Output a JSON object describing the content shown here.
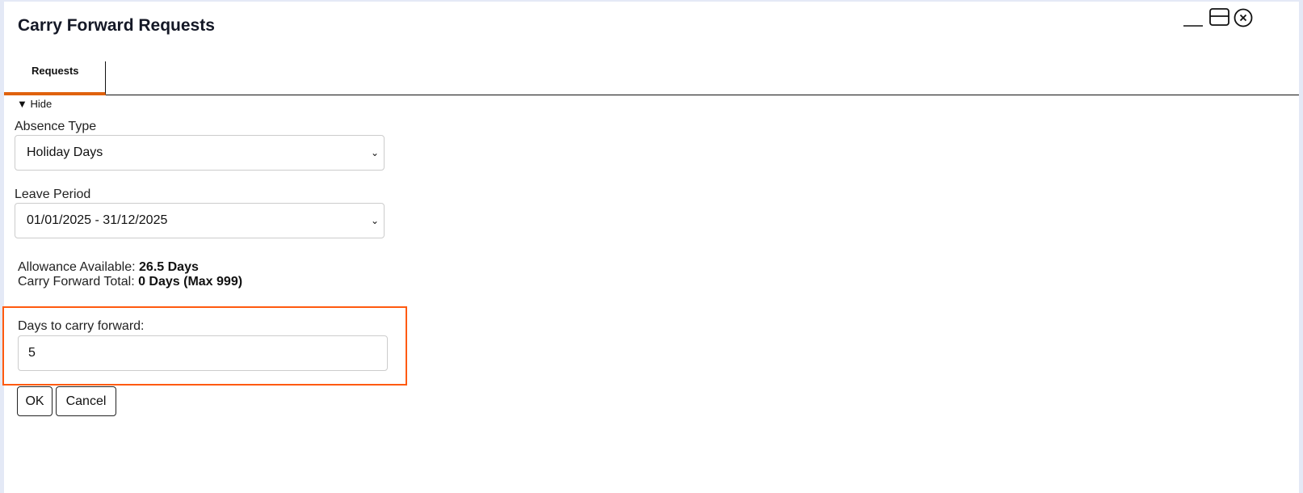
{
  "window": {
    "title": "Carry Forward Requests",
    "controls": [
      "minimize-icon",
      "restore-icon",
      "close-icon"
    ]
  },
  "tabs": [
    {
      "label": "Requests",
      "active": true
    }
  ],
  "toggle": {
    "arrow": "▼",
    "label": "Hide"
  },
  "form": {
    "absence_type": {
      "label": "Absence Type",
      "value": "Holiday Days"
    },
    "leave_period": {
      "label": "Leave Period",
      "value": "01/01/2025 - 31/12/2025"
    },
    "allowance_label": "Allowance Available: ",
    "allowance_value": "26.5 Days",
    "carry_total_label": "Carry Forward Total: ",
    "carry_total_value": "0 Days (Max 999)",
    "days_label": "Days to carry forward:",
    "days_value": "5"
  },
  "buttons": {
    "ok": "OK",
    "cancel": "Cancel"
  },
  "colors": {
    "accent": "#e0620d",
    "highlight": "#ff5a0f"
  }
}
